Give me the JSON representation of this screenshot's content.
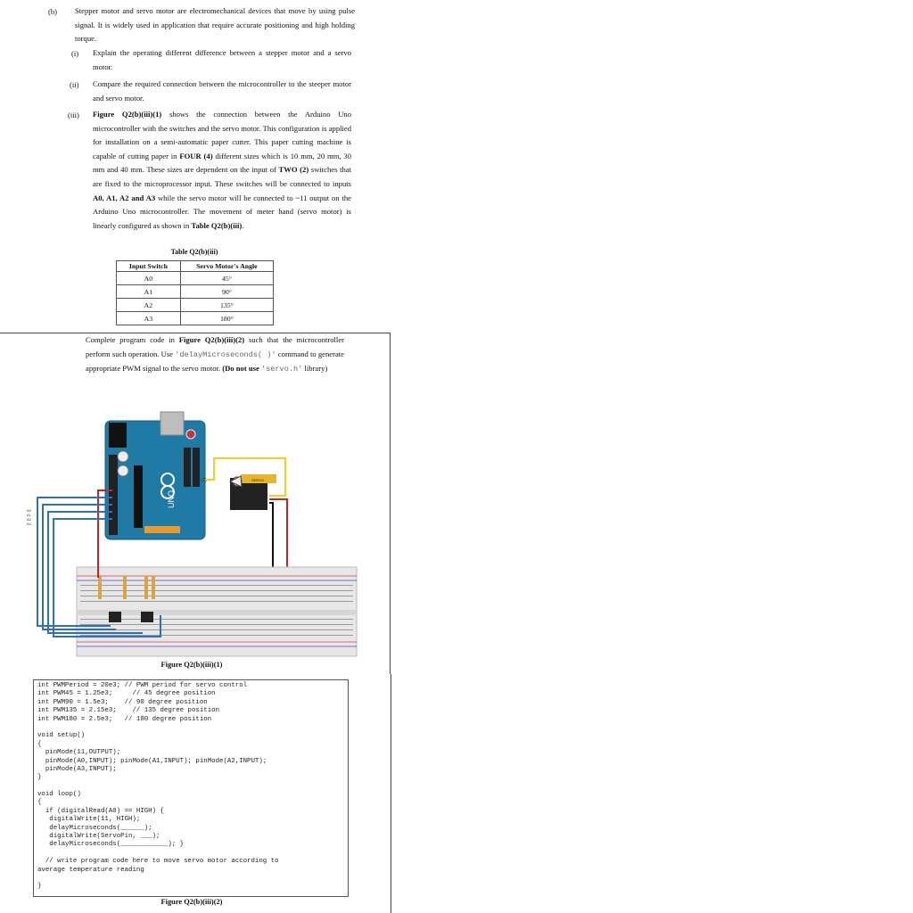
{
  "q_b": {
    "label": "(b)",
    "intro": "Stepper motor and servo motor are electromechanical devices that move by using pulse signal. It is widely used in application that require accurate positioning and high holding torque."
  },
  "q_i": {
    "label": "(i)",
    "text": "Explain the operating different difference between a stepper motor and a servo motor."
  },
  "q_ii": {
    "label": "(ii)",
    "text": "Compare the required connection between the microcontroller to the steeper motor and servo motor."
  },
  "q_iii": {
    "label": "(iii)",
    "fig_ref": "Figure Q2(b)(iii)(1)",
    "text_a": " shows the connection between the Arduino Uno microcontroller with the switches and the servo motor. This configuration is applied for installation on a semi-automatic paper cutter. This paper cutting machine is capable of cutting paper in ",
    "four": "FOUR (4)",
    "text_b": " different sizes which is 10 mm, 20 mm, 30 mm and 40 mm. These sizes are dependent on the input of ",
    "two": "TWO (2)",
    "text_c": " switches that are fixed to the microprocessor input. These switches will be connected to inputs ",
    "inputs": "A0, A1, A2 and A3",
    "text_d": " while the servo motor will be connected to ~11 output on the Arduino Uno microcontroller. The movement of meter hand (servo motor) is linearly configured as shown in ",
    "table_ref": "Table Q2(b)(iii)",
    "text_e": "."
  },
  "table": {
    "title": "Table Q2(b)(iii)",
    "headers": [
      "Input Switch",
      "Servo Motor's Angle"
    ],
    "rows": [
      [
        "A0",
        "45°"
      ],
      [
        "A1",
        "90°"
      ],
      [
        "A2",
        "135°"
      ],
      [
        "A3",
        "180°"
      ]
    ]
  },
  "task": {
    "t1": "Complete program code in ",
    "fig_ref": "Figure Q2(b)(iii)(2)",
    "t2": " such that the microcontroller perform such operation. Use ",
    "cmd": "'delayMicroseconds( )'",
    "t3": " command to generate appropriate PWM signal to the servo motor. ",
    "note": "(Do not use ",
    "lib": "'servo.h'",
    "t4": " library)"
  },
  "figure1": {
    "caption": "Figure Q2(b)(iii)(1)",
    "side_labels": [
      "A0",
      "A1",
      "A2",
      "A3"
    ],
    "pin_label": "~11",
    "uno_label": "UNO",
    "servo_label": "SERVO"
  },
  "code": {
    "lines": [
      "int PWMPeriod = 20e3; // PWM period for servo control",
      "int PWM45 = 1.25e3;     // 45 degree position",
      "int PWM90 = 1.5e3;    // 90 degree position",
      "int PWM135 = 2.15e3;    // 135 degree position",
      "int PWM180 = 2.5e3;   // 180 degree position",
      "",
      "void setup()",
      "{",
      "  pinMode(11,OUTPUT);",
      "  pinMode(A0,INPUT); pinMode(A1,INPUT); pinMode(A2,INPUT);",
      "  pinMode(A3,INPUT);",
      "}",
      "",
      "void loop()",
      "{",
      "  if (digitalRead(A0) == HIGH) {",
      "   digitalWrite(11, HIGH);",
      "   delayMicroseconds(______);",
      "   digitalWrite(ServoPin, ___);",
      "   delayMicroseconds(____________); }",
      "",
      "  // write program code here to move servo motor according to",
      "average temperature reading",
      "",
      "}"
    ],
    "caption": "Figure Q2(b)(iii)(2)"
  }
}
